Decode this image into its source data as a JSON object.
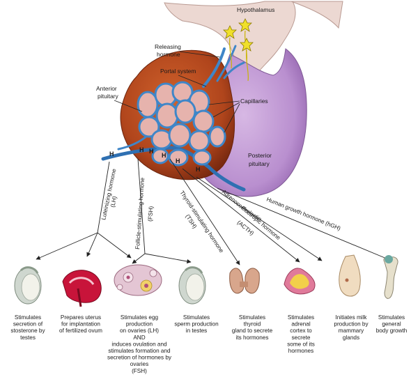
{
  "colors": {
    "anterior": "#b0451c",
    "anterior_dark": "#7a2a10",
    "posterior": "#b98fcf",
    "vessel": "#3f86c8",
    "vessel_dark": "#1f5b99",
    "cells": "#e6b3ad",
    "neuron": "#f0e02a",
    "stalk": "#ecd8d2"
  },
  "labels": {
    "hypothalamus": "Hypothalamus",
    "releasing_hormone_1": "Releasing",
    "releasing_hormone_2": "hormone",
    "portal_system": "Portal system",
    "anterior_pituitary_1": "Anterior",
    "anterior_pituitary_2": "pituitary",
    "capillaries": "Capillaries",
    "posterior_pituitary_1": "Posterior",
    "posterior_pituitary_2": "pituitary",
    "h_marker": "H"
  },
  "hormones": {
    "lh_1": "Luteinizing hormone",
    "lh_2": "(LH)",
    "fsh_1": "Follicle-stimulating hormone",
    "fsh_2": "(FSH)",
    "tsh_1": "Thyroid-stimulating hormone",
    "tsh_2": "(TSH)",
    "acth_1": "Adrenocorticotropic hormone",
    "acth_2": "(ACTH)",
    "prolactin": "Prolactin",
    "hgh": "Human growth hormone (hGH)"
  },
  "captions": {
    "testes_lh": [
      "Stimulates",
      "secretion of",
      "stosterone by",
      "testes"
    ],
    "uterus": [
      "Prepares uterus",
      "for implantation",
      "of fertilized ovum"
    ],
    "ovaries": [
      "Stimulates egg",
      "production",
      "on ovaries (LH)",
      "AND",
      "induces ovulation and",
      "stimulates formation and",
      "secretion of hormones by",
      "ovaries",
      "(FSH)"
    ],
    "testes_fsh": [
      "Stimulates",
      "sperm production",
      "in testes"
    ],
    "thyroid": [
      "Stimulates",
      "thyroid",
      "gland to secrete",
      "its hormones"
    ],
    "adrenal": [
      "Stimulates",
      "adrenal",
      "cortex to",
      "secrete",
      "some of its",
      "hormones"
    ],
    "mammary": [
      "Initiates milk",
      "production by",
      "mammary",
      "glands"
    ],
    "bone": [
      "Stimulates",
      "general",
      "body growth"
    ]
  }
}
